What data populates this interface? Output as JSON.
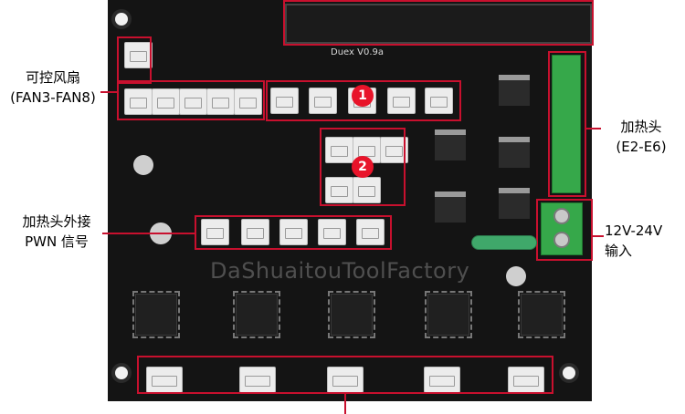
{
  "board": {
    "model_text": "Duex V0.9a"
  },
  "labels": {
    "fans_line1": "可控风扇",
    "fans_line2": "(FAN3-FAN8)",
    "heaters_line1": "加热头",
    "heaters_line2": "(E2-E6)",
    "pwm_line1": "加热头外接",
    "pwm_line2": "PWN 信号",
    "power_line1": "12V-24V",
    "power_line2": "输入"
  },
  "badges": {
    "one": "1",
    "two": "2"
  },
  "watermark": "DaShuaitouToolFactory",
  "colors": {
    "highlight": "#c8102e",
    "badge": "#e8142a",
    "board": "#141414",
    "terminal": "#36a84a"
  }
}
